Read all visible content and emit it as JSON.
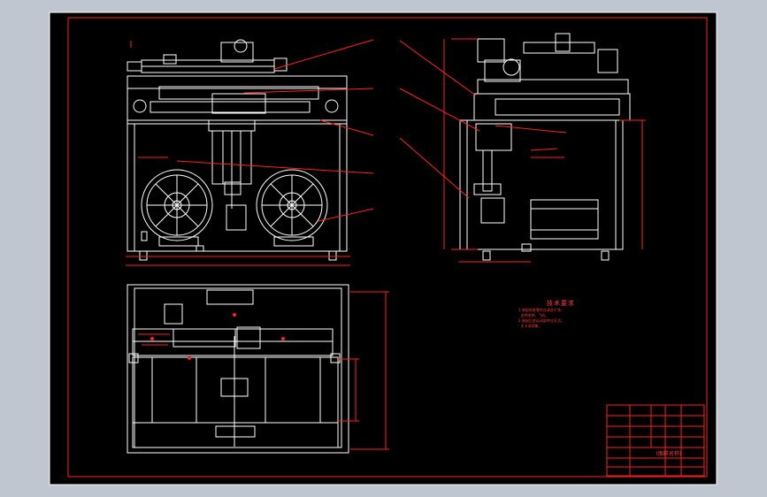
{
  "drawing": {
    "colors": {
      "background": "#bfc6cf",
      "sheet": "#000000",
      "frame": "#ff2020",
      "geometry": "#ffffff",
      "leader": "#ff2020",
      "dimension": "#ff3030"
    },
    "technical_requirements": {
      "title": "技术要求",
      "lines": [
        "1.装配前各零件应清洗干净，",
        "  去除毛刺、飞边。",
        "2.装配后各运动部件应灵活，",
        "  无卡滞现象。"
      ]
    },
    "title_block": {
      "drawing_name": "(图样名称)"
    }
  }
}
